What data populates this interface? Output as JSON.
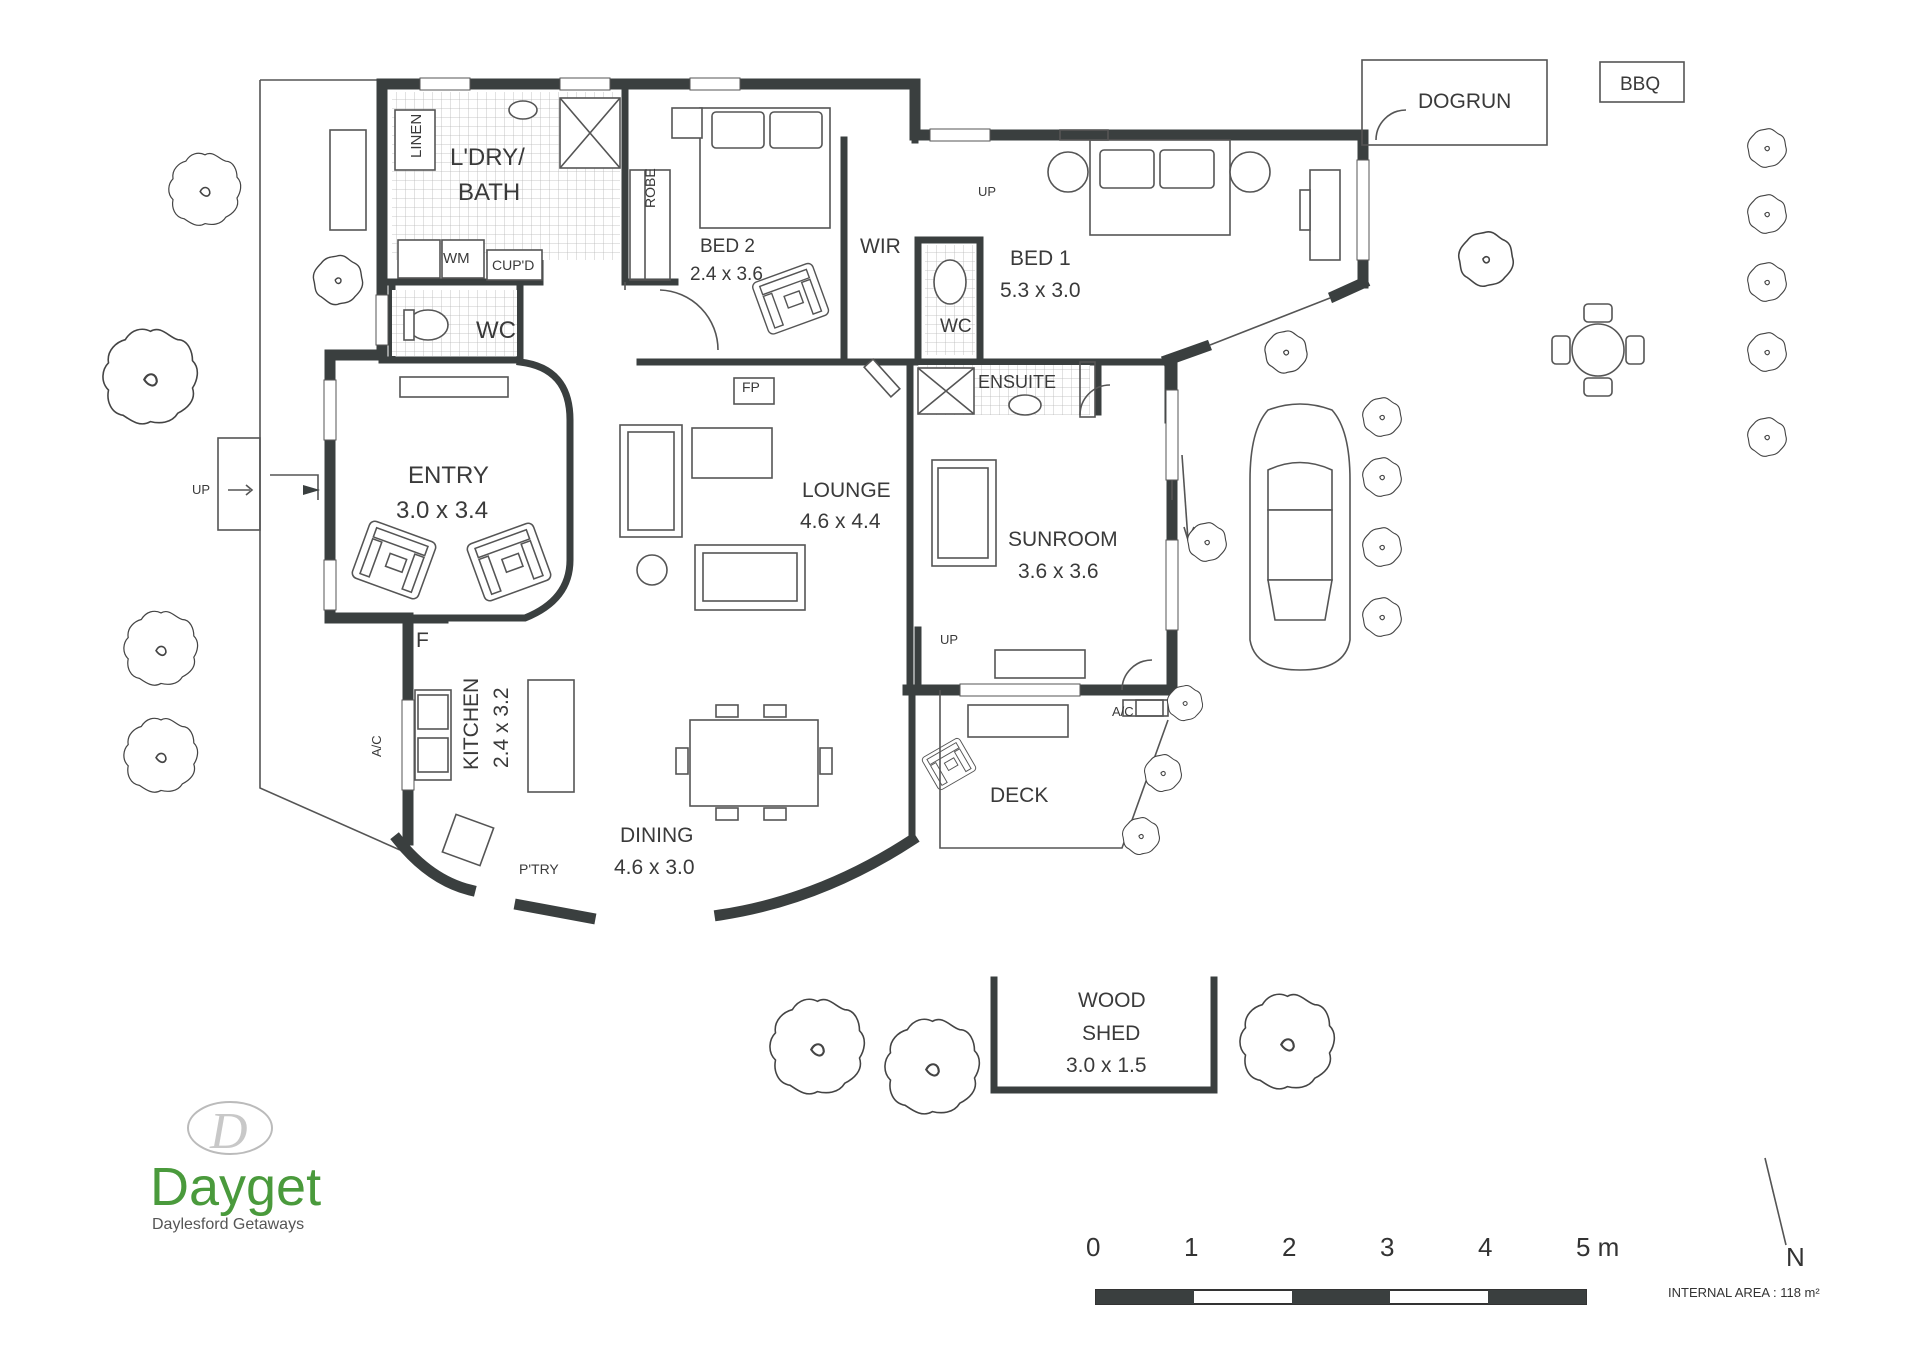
{
  "rooms": {
    "linen": "LINEN",
    "ldry_bath_1": "L'DRY/",
    "ldry_bath_2": "BATH",
    "wm": "WM",
    "cupd": "CUP'D",
    "wc_main": "WC",
    "robe": "ROBE",
    "bed2": "BED 2",
    "bed2_size": "2.4 x 3.6",
    "wir": "WIR",
    "bed1": "BED 1",
    "bed1_size": "5.3 x 3.0",
    "wc_ensuite": "WC",
    "ensuite": "ENSUITE",
    "fp": "FP",
    "entry": "ENTRY",
    "entry_size": "3.0 x 3.4",
    "lounge": "LOUNGE",
    "lounge_size": "4.6 x 4.4",
    "sunroom": "SUNROOM",
    "sunroom_size": "3.6 x 3.6",
    "fridge": "F",
    "kitchen": "KITCHEN",
    "kitchen_size": "2.4 x 3.2",
    "ac_left": "A/C",
    "ac_right": "A/C",
    "pantry": "P'TRY",
    "dining": "DINING",
    "dining_size": "4.6 x 3.0",
    "deck": "DECK",
    "woodshed_1": "WOOD",
    "woodshed_2": "SHED",
    "woodshed_size": "3.0 x 1.5",
    "dogrun": "DOGRUN",
    "bbq": "BBQ",
    "up_left": "UP",
    "up_wir": "UP",
    "up_sunroom": "UP"
  },
  "scale_bar": {
    "ticks": [
      "0",
      "1",
      "2",
      "3",
      "4",
      "5 m"
    ],
    "north": "N"
  },
  "footer": {
    "internal_area": "INTERNAL AREA : 118 m²"
  },
  "brand": {
    "monogram": "D",
    "name": "Dayget",
    "tagline": "Daylesford Getaways"
  }
}
